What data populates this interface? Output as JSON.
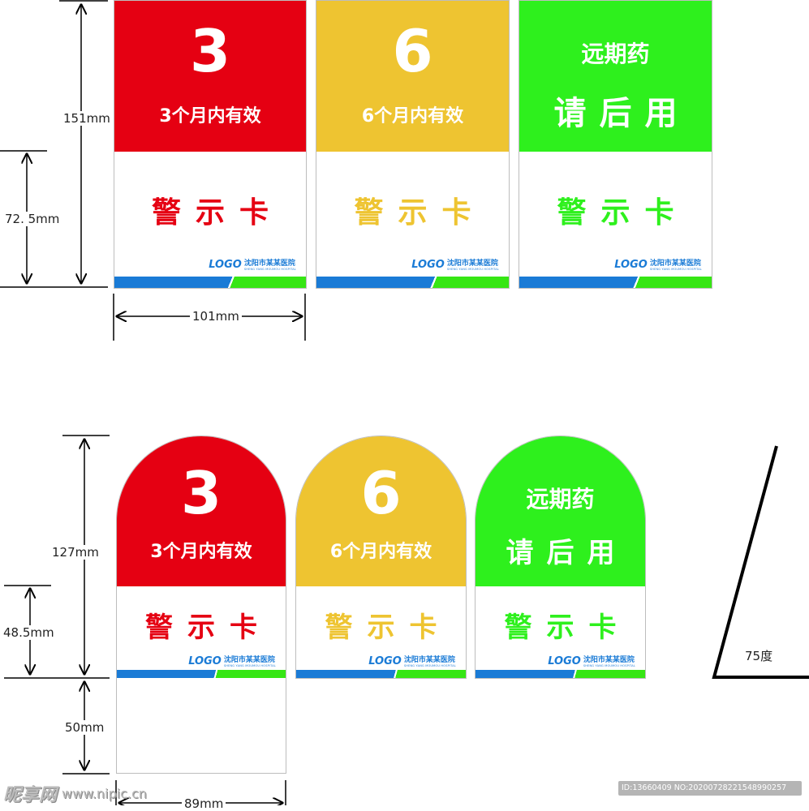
{
  "colors": {
    "red": "#e50012",
    "yellow": "#eec431",
    "green": "#2ef01d",
    "blue": "#1a7bd6",
    "stripe_green": "#36e614"
  },
  "cards": [
    {
      "number": "3",
      "validity": "3个月内有效",
      "warning": "警示卡",
      "logo": "LOGO",
      "hospital": "沈阳市某某医院",
      "hospital_en": "SHENG YANG MOUMOU HOSPITAL",
      "color": "#e50012"
    },
    {
      "number": "6",
      "validity": "6个月内有效",
      "warning": "警示卡",
      "logo": "LOGO",
      "hospital": "沈阳市某某医院",
      "hospital_en": "SHENG YANG MOUMOU HOSPITAL",
      "color": "#eec431"
    },
    {
      "line1": "远期药",
      "line2": "请后用",
      "warning": "警示卡",
      "logo": "LOGO",
      "hospital": "沈阳市某某医院",
      "hospital_en": "SHENG YANG MOUMOU HOSPITAL",
      "color": "#2ef01d"
    }
  ],
  "dimensions": {
    "top_height": "151mm",
    "top_lower": "72. 5mm",
    "top_width": "101mm",
    "bottom_height": "127mm",
    "bottom_lower": "48.5mm",
    "bottom_foot": "50mm",
    "bottom_width": "89mm",
    "angle": "75度"
  },
  "watermark": {
    "brand": "昵享网",
    "site": "www.nipic.cn",
    "id": "ID:13660409 NO:20200728221548990257"
  }
}
